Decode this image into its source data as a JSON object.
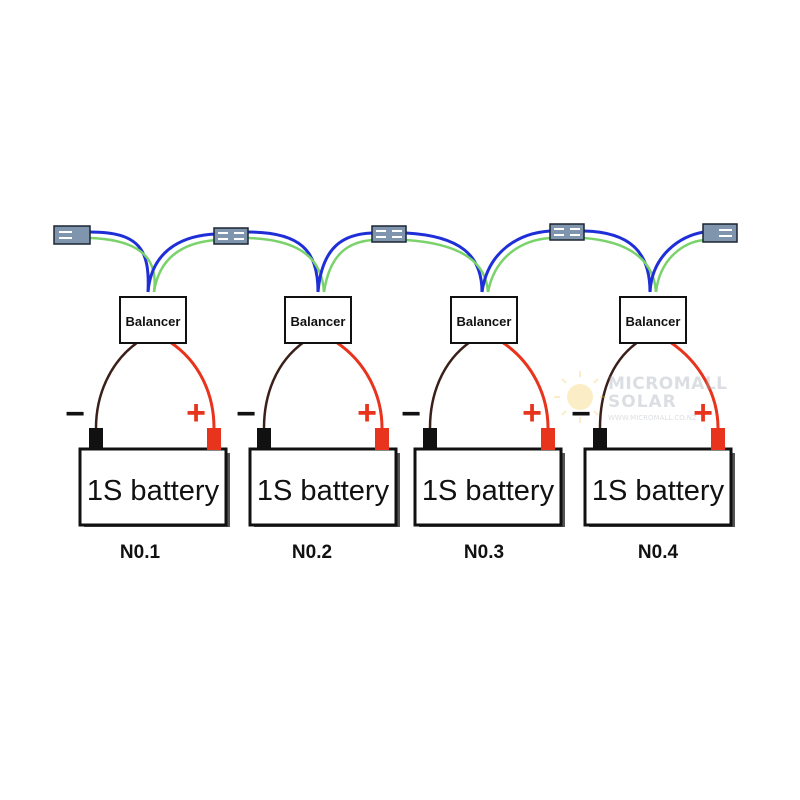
{
  "balancer_label": "Balancer",
  "units": [
    {
      "battery_label": "1S battery",
      "number_label": "N0.1",
      "minus": "−",
      "plus": "+"
    },
    {
      "battery_label": "1S battery",
      "number_label": "N0.2",
      "minus": "−",
      "plus": "+"
    },
    {
      "battery_label": "1S battery",
      "number_label": "N0.3",
      "minus": "−",
      "plus": "+"
    },
    {
      "battery_label": "1S battery",
      "number_label": "N0.4",
      "minus": "−",
      "plus": "+"
    }
  ],
  "watermark": {
    "line1": "MICROMALL",
    "line2": "SOLAR",
    "url": "WWW.MICROMALL.CO.NZ"
  },
  "colors": {
    "wire_blue": "#1f2fd8",
    "wire_green": "#7ad36a",
    "wire_red": "#e8341c",
    "wire_dark": "#3b1f1a",
    "terminal_red": "#e8341c",
    "terminal_black": "#111111",
    "connector": "#7f95ad"
  }
}
